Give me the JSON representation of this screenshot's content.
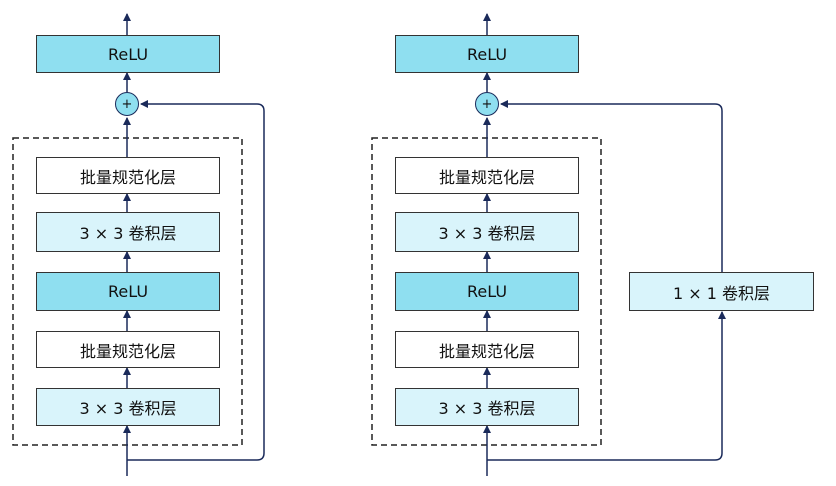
{
  "left_block": {
    "output": "ReLU",
    "add_symbol": "+",
    "layers": [
      "批量规范化层",
      "3 × 3 卷积层",
      "ReLU",
      "批量规范化层",
      "3 × 3 卷积层"
    ]
  },
  "right_block": {
    "output": "ReLU",
    "add_symbol": "+",
    "layers": [
      "批量规范化层",
      "3 × 3 卷积层",
      "ReLU",
      "批量规范化层",
      "3 × 3 卷积层"
    ],
    "shortcut": "1 × 1 卷积层"
  },
  "colors": {
    "dark_fill": "#8fdff0",
    "light_fill": "#d9f4fb",
    "line": "#1a2a5a"
  }
}
